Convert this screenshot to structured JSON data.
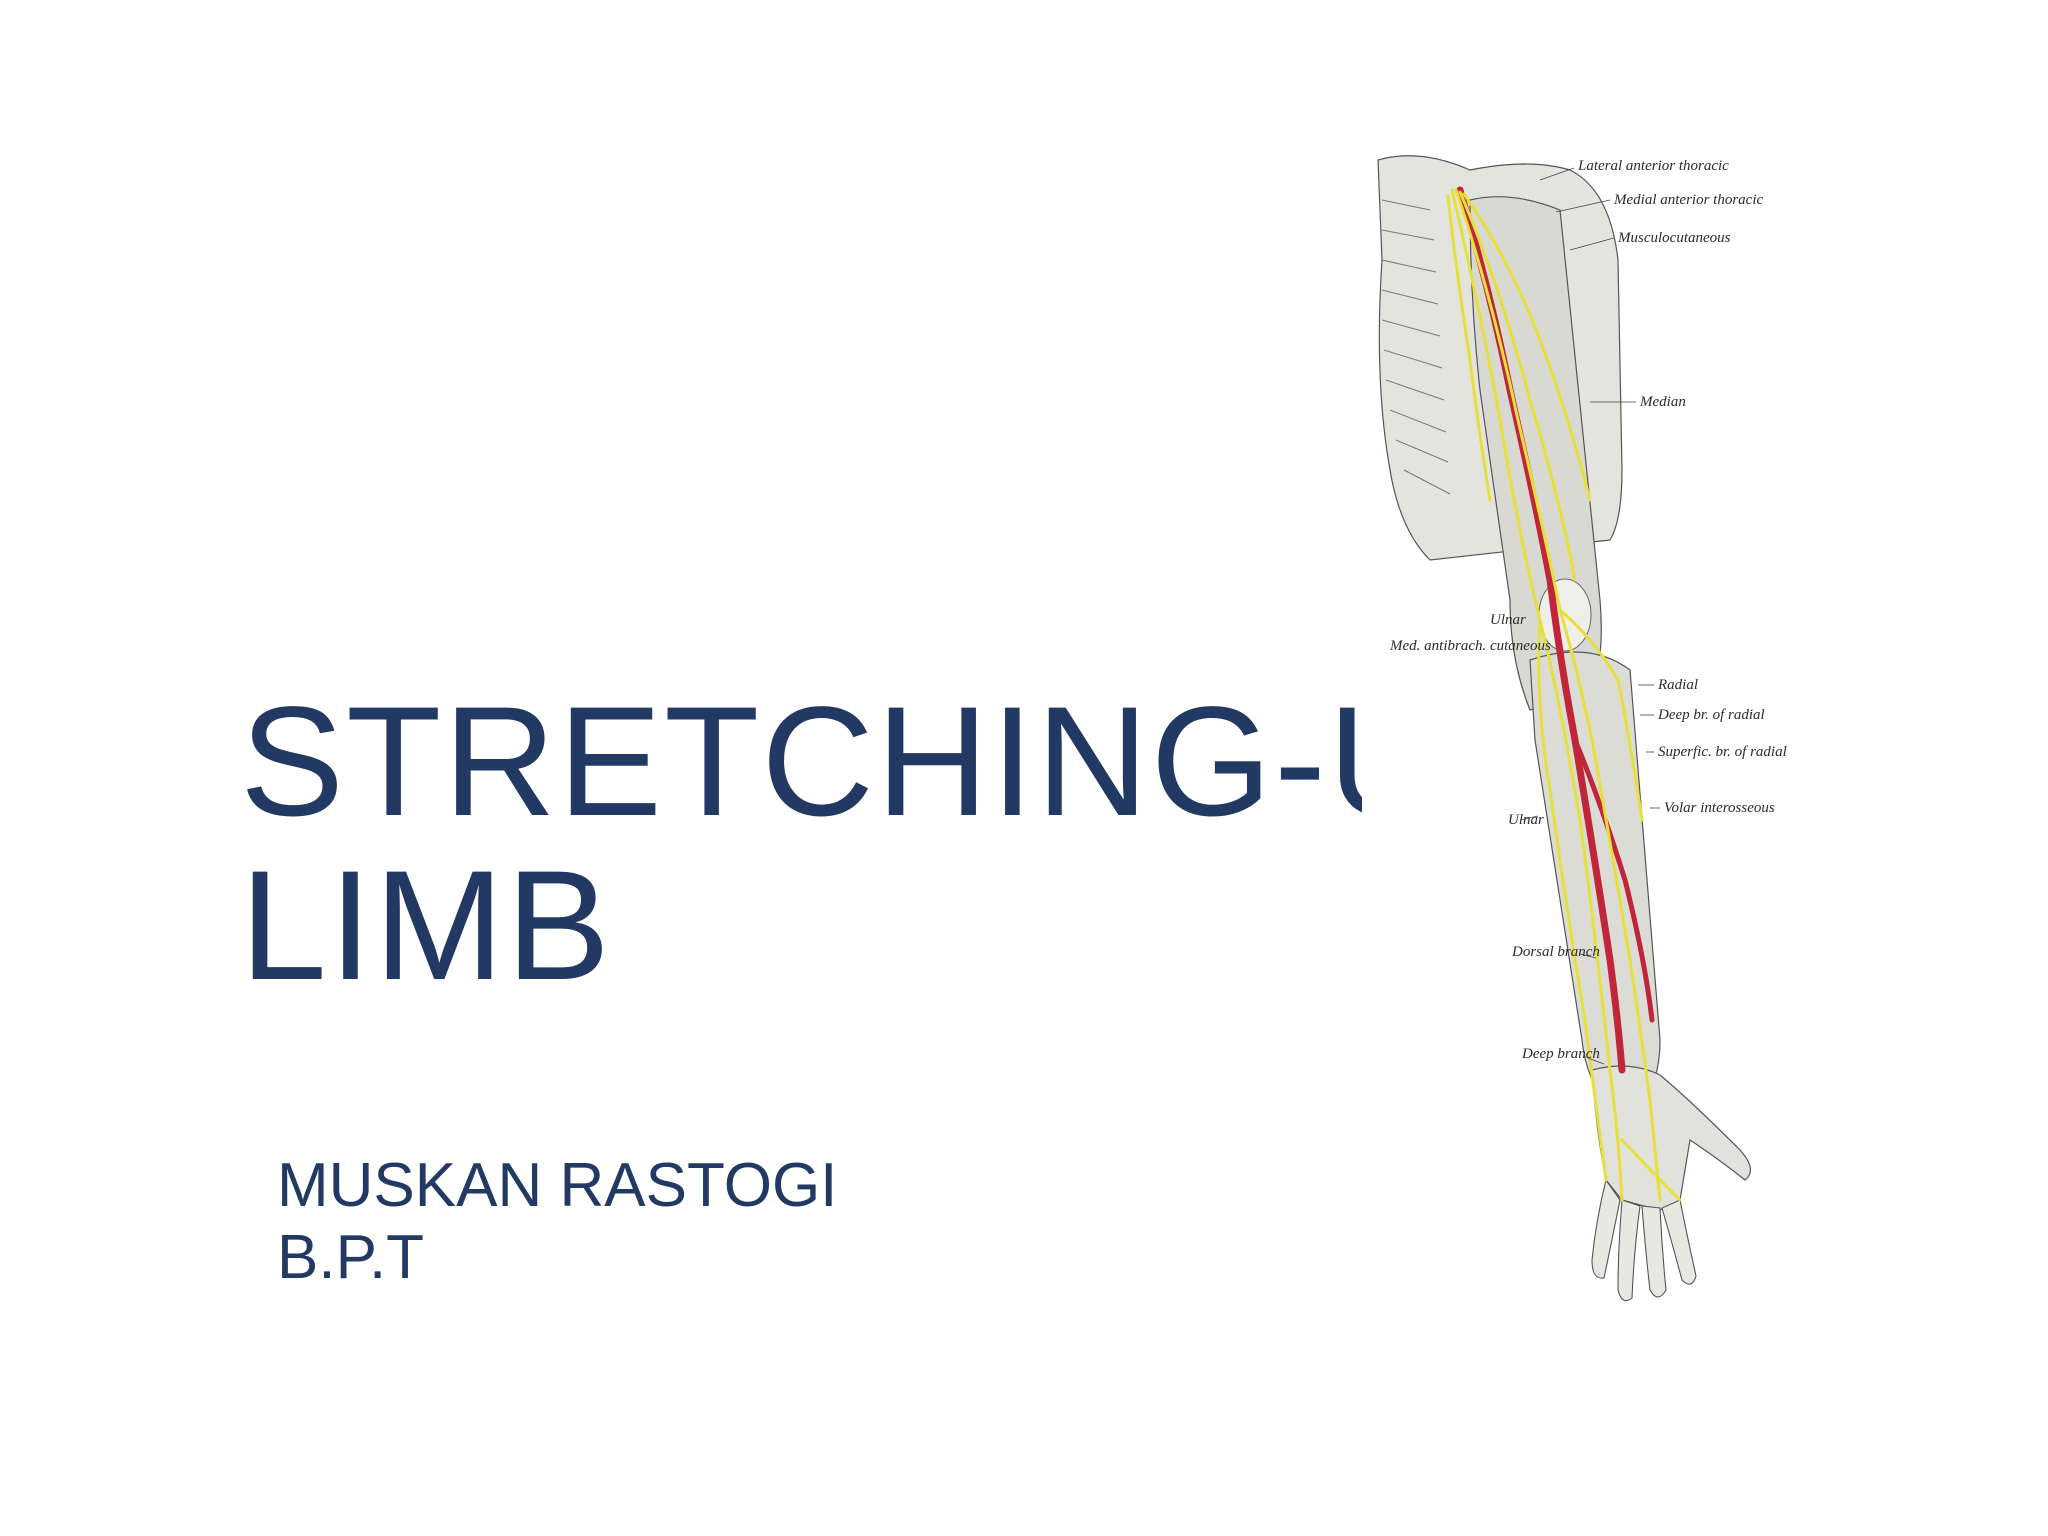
{
  "slide": {
    "title_lines": [
      "STRETCHING-UPPER",
      "LIMB"
    ],
    "subtitle_lines": [
      "MUSKAN RASTOGI",
      "B.P.T"
    ]
  },
  "figure": {
    "labels": {
      "lateral_anterior_thoracic": "Lateral anterior thoracic",
      "medial_anterior_thoracic": "Medial anterior thoracic",
      "musculocutaneous": "Musculocutaneous",
      "median": "Median",
      "ulnar_upper": "Ulnar",
      "med_antibrach_cutaneous": "Med. antibrach. cutaneous",
      "radial": "Radial",
      "deep_br_of_radial": "Deep br. of radial",
      "superfic_br_of_radial": "Superfic. br. of radial",
      "volar_interosseous": "Volar interosseous",
      "ulnar_lower": "Ulnar",
      "dorsal_branch": "Dorsal branch",
      "deep_branch": "Deep branch"
    }
  },
  "colors": {
    "title_text": "#223a63",
    "nerve": "#e8e03a",
    "artery": "#c0253a",
    "bone_muscle": "#d9d9d4"
  }
}
